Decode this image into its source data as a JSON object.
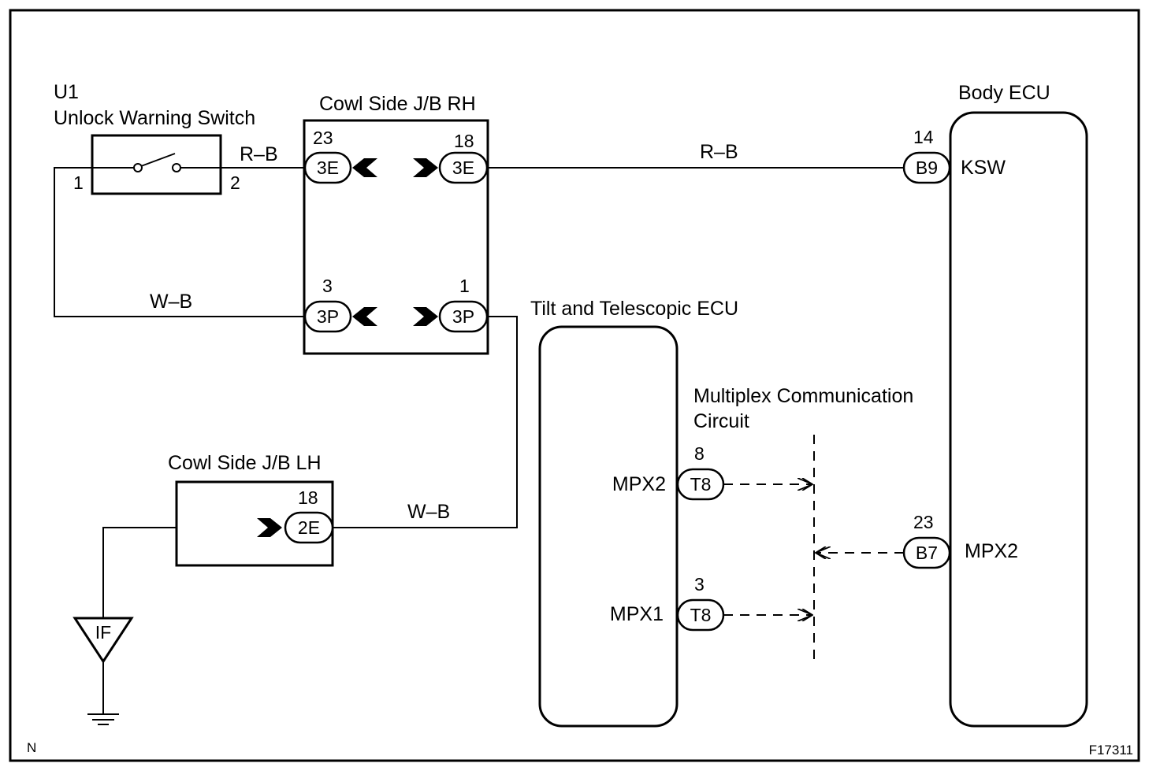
{
  "switch": {
    "id": "U1",
    "name": "Unlock Warning Switch",
    "pin1": "1",
    "pin2": "2"
  },
  "wires": {
    "rb_left": "R–B",
    "rb_right": "R–B",
    "wb_left": "W–B",
    "wb_lower": "W–B"
  },
  "jb_rh": {
    "title": "Cowl Side J/B RH",
    "conn_3e_left": {
      "pin": "23",
      "label": "3E"
    },
    "conn_3e_right": {
      "pin": "18",
      "label": "3E"
    },
    "conn_3p_left": {
      "pin": "3",
      "label": "3P"
    },
    "conn_3p_right": {
      "pin": "1",
      "label": "3P"
    }
  },
  "jb_lh": {
    "title": "Cowl Side J/B LH",
    "conn_2e": {
      "pin": "18",
      "label": "2E"
    }
  },
  "ground": {
    "label": "IF"
  },
  "tilt_ecu": {
    "title": "Tilt and Telescopic ECU",
    "mpx2": {
      "terminal": "MPX2",
      "pin": "8",
      "label": "T8"
    },
    "mpx1": {
      "terminal": "MPX1",
      "pin": "3",
      "label": "T8"
    }
  },
  "multiplex": {
    "line1": "Multiplex Communication",
    "line2": "Circuit"
  },
  "body_ecu": {
    "title": "Body ECU",
    "ksw": {
      "terminal": "KSW",
      "pin": "14",
      "label": "B9"
    },
    "mpx2": {
      "terminal": "MPX2",
      "pin": "23",
      "label": "B7"
    }
  },
  "corner": {
    "left": "N",
    "right": "F17311"
  }
}
